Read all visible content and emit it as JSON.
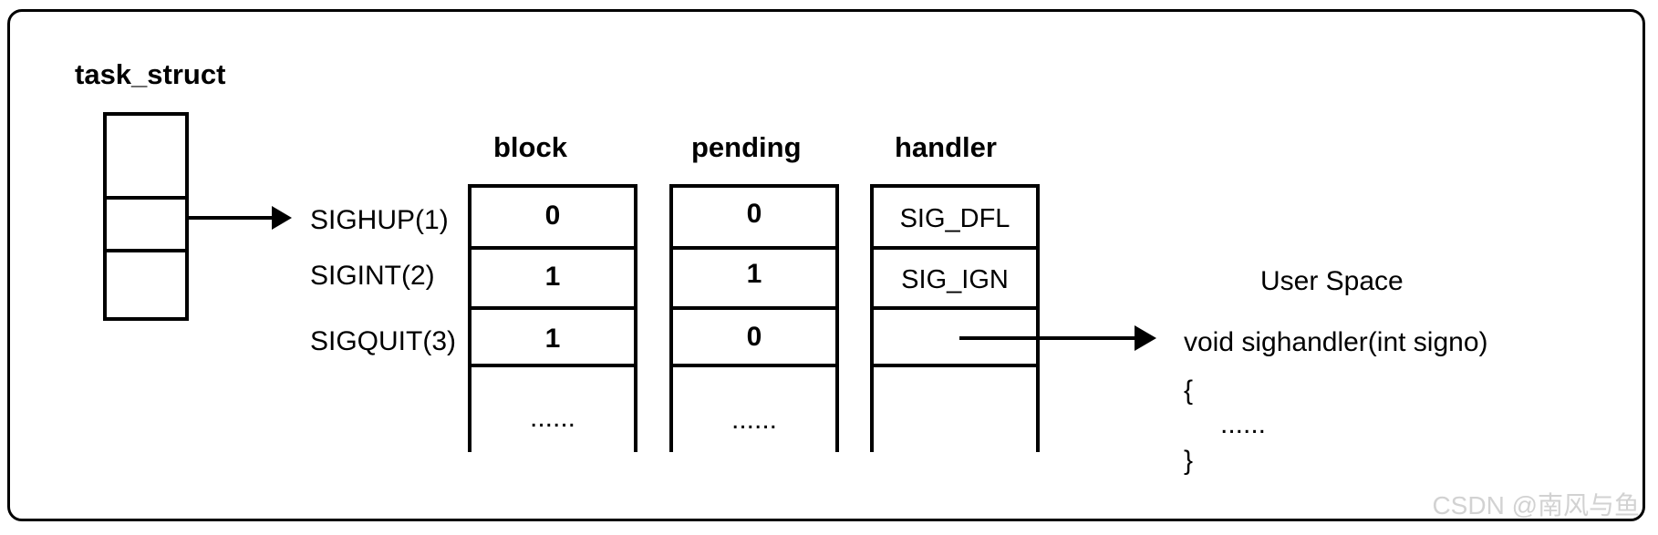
{
  "task_struct": {
    "label": "task_struct"
  },
  "signals": [
    "SIGHUP(1)",
    "SIGINT(2)",
    "SIGQUIT(3)"
  ],
  "tables": {
    "block": {
      "title": "block",
      "values": [
        "0",
        "1",
        "1"
      ],
      "ellipsis": "......"
    },
    "pending": {
      "title": "pending",
      "values": [
        "0",
        "1",
        "0"
      ],
      "ellipsis": "......"
    },
    "handler": {
      "title": "handler",
      "values": [
        "SIG_DFL",
        "SIG_IGN",
        ""
      ]
    }
  },
  "user_space": {
    "title": "User Space",
    "lines": [
      "void sighandler(int signo)",
      "{",
      "......",
      "}"
    ]
  },
  "watermark": "CSDN @南风与鱼"
}
